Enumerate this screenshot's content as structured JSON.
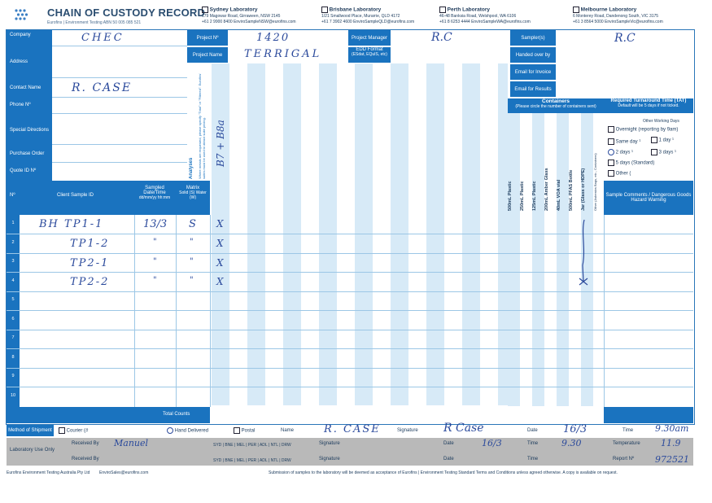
{
  "header": {
    "title": "CHAIN OF CUSTODY RECORD",
    "subtitle": "Eurofins | Environment Testing  ABN 50 005 085 521",
    "labs": [
      {
        "name": "Sydney Laboratory",
        "line1": "179 Magowar Road, Girraween, NSW 2145",
        "line2": "+61 2 9900 8400   EnviroSampleNSW@eurofins.com"
      },
      {
        "name": "Brisbane Laboratory",
        "line1": "1/21 Smallwood Place, Murarrie, QLD 4172",
        "line2": "+61 7 3902 4600   EnviroSampleQLD@eurofins.com"
      },
      {
        "name": "Perth Laboratory",
        "line1": "46-48 Banksia Road, Welshpool, WA 6106",
        "line2": "+61 8 6253 4444   EnviroSampleWA@eurofins.com"
      },
      {
        "name": "Melbourne Laboratory",
        "line1": "6 Monterey Road, Dandenong South, VIC 3175",
        "line2": "+61 3 8564 5000   EnviroSampleVic@eurofins.com"
      }
    ]
  },
  "form": {
    "company_label": "Company",
    "company_value": "CHEC",
    "project_no_label": "Project Nº",
    "project_no_value": "1420",
    "project_manager_label": "Project Manager",
    "project_manager_value": "R.C",
    "sampler_label": "Sampler(s)",
    "sampler_value": "R.C",
    "address_label": "Address",
    "project_name_label": "Project Name",
    "project_name_value": "TERRIGAL",
    "edd_label": "EDD Format",
    "edd_sub": "(ESdat, EQuIS, etc)",
    "handed_over_label": "Handed over by",
    "email_invoice_label": "Email for Invoice",
    "contact_label": "Contact Name",
    "contact_value": "R. CASE",
    "email_results_label": "Email for Results",
    "phone_label": "Phone Nº",
    "special_label": "Special Directions",
    "po_label": "Purchase Order",
    "quote_label": "Quote ID Nº",
    "analyses_label": "Analyses",
    "analyses_note": "Where metals are requested, please specify \"Total\" or \"Filtered\". Eurofins' suites must be used to attract suite pricing.",
    "analysis_value": "B7 + B8a",
    "containers_label": "Containers",
    "containers_sub": "(Please circle the number of containers sent)",
    "containers": [
      "500mL Plastic",
      "250mL Plastic",
      "125mL Plastic",
      "200mL Amber Glass",
      "40mL VOA vial",
      "500mL PFAS Bottle",
      "Jar (Glass or HDPE)",
      "Other (Asbestos Bags, etc., Containers)"
    ],
    "tat_label": "Required Turnaround Time (TAT)",
    "tat_sub": "Default will be 5 days if not ticked.",
    "tat_note": "Overnight (reporting by 9am)",
    "tat_extra": "Other Working Days",
    "tat_options": [
      "Overnight (reporting by 9am)",
      "Same day ¹",
      "2 days ¹",
      "1 day ¹",
      "3 days ¹",
      "5 days (Standard)",
      "Other ("
    ],
    "sample_comments": "Sample Comments / Dangerous Goods Hazard Warning"
  },
  "table": {
    "no_label": "Nº",
    "client_id_label": "Client Sample ID",
    "sampled_label": "Sampled Date/Time",
    "sampled_sub": "dd/mm/yy hh:mm",
    "matrix_label": "Matrix",
    "matrix_sub": "Solid (S) Water (W)",
    "rows": [
      {
        "no": "1",
        "id": "BH TP1-1",
        "date": "13/3",
        "matrix": "S",
        "mark": "X"
      },
      {
        "no": "2",
        "id": "TP1-2",
        "date": "\"",
        "matrix": "\"",
        "mark": "X"
      },
      {
        "no": "3",
        "id": "TP2-1",
        "date": "\"",
        "matrix": "\"",
        "mark": "X"
      },
      {
        "no": "4",
        "id": "TP2-2",
        "date": "\"",
        "matrix": "\"",
        "mark": "X"
      },
      {
        "no": "5",
        "id": "",
        "date": "",
        "matrix": "",
        "mark": ""
      },
      {
        "no": "6",
        "id": "",
        "date": "",
        "matrix": "",
        "mark": ""
      },
      {
        "no": "7",
        "id": "",
        "date": "",
        "matrix": "",
        "mark": ""
      },
      {
        "no": "8",
        "id": "",
        "date": "",
        "matrix": "",
        "mark": ""
      },
      {
        "no": "9",
        "id": "",
        "date": "",
        "matrix": "",
        "mark": ""
      },
      {
        "no": "10",
        "id": "",
        "date": "",
        "matrix": "",
        "mark": ""
      }
    ],
    "total_label": "Total Counts"
  },
  "shipment": {
    "method_label": "Method of Shipment",
    "courier": "Courier (#",
    "hand": "Hand Delivered",
    "postal": "Postal",
    "name_label": "Name",
    "name_value": "R. CASE",
    "signature_label": "Signature",
    "signature_value": "R Case",
    "date_label": "Date",
    "date_value": "16/3",
    "time_label": "Time",
    "time_value": "9.30am"
  },
  "lab_use": {
    "label": "Laboratory Use Only",
    "received_by": "Received By",
    "received_value": "Manuel",
    "branches": "SYD | BNE | MEL | PER | ADL | NTL | DRW",
    "signature": "Signature",
    "date": "Date",
    "date_value": "16/3",
    "time": "Time",
    "time_value": "9.30",
    "temperature": "Temperature",
    "temperature_value": "11.9",
    "report": "Report Nº",
    "report_value": "972521"
  },
  "footer": {
    "left": "Eurofins Environment Testing Australia Pty Ltd",
    "left2": "EnviroSales@eurofins.com",
    "right": "Submission of samples to the laboratory will be deemed as acceptance of Eurofins | Environment Testing Standard Terms and Conditions unless agreed otherwise. A copy is available on request."
  }
}
